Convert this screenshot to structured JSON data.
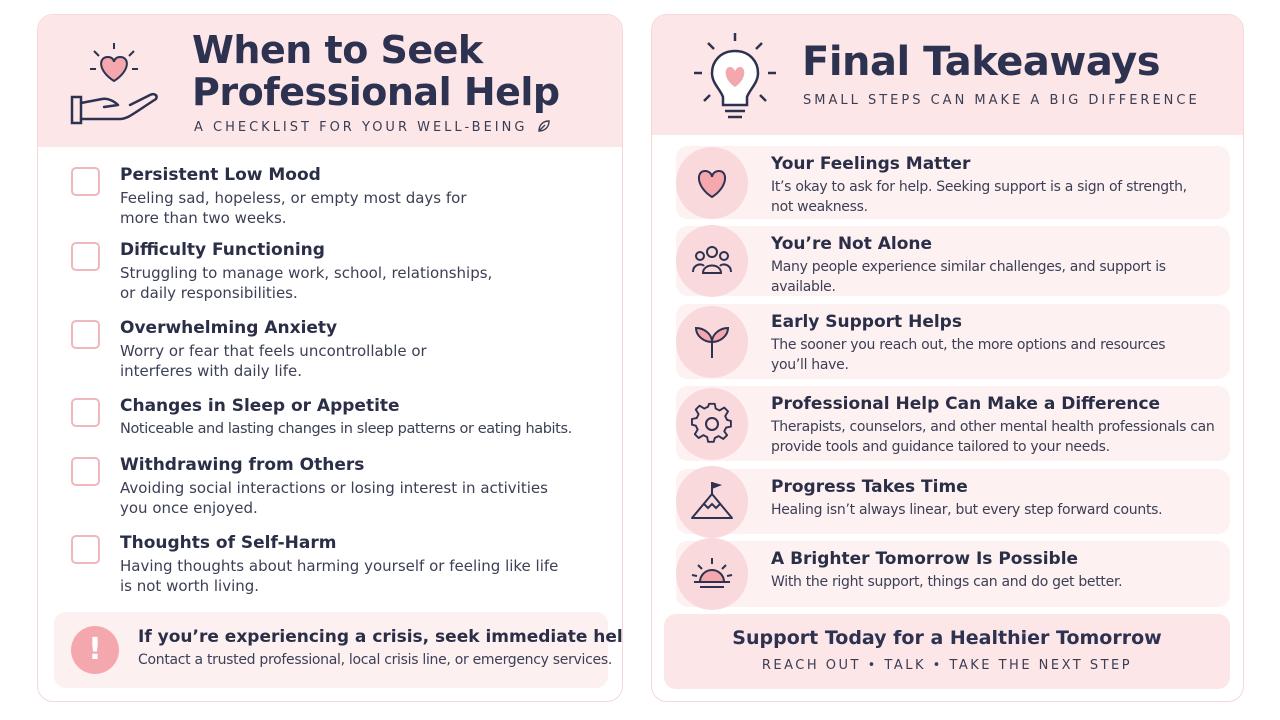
{
  "left": {
    "title_line1": "When to Seek",
    "title_line2": "Professional Help",
    "subtitle": "A CHECKLIST FOR YOUR WELL-BEING",
    "header_icon": "hand-heart-icon",
    "items": [
      {
        "title": "Persistent Low Mood",
        "desc": "Feeling sad, hopeless, or empty most days for more than two weeks."
      },
      {
        "title": "Difficulty Functioning",
        "desc": "Struggling to manage work, school, relationships, or daily responsibilities."
      },
      {
        "title": "Overwhelming Anxiety",
        "desc": "Worry or fear that feels uncontrollable or interferes with daily life."
      },
      {
        "title": "Changes in Sleep or Appetite",
        "desc": "Noticeable and lasting changes in sleep patterns or eating habits."
      },
      {
        "title": "Withdrawing from Others",
        "desc": "Avoiding social interactions or losing interest in activities you once enjoyed."
      },
      {
        "title": "Thoughts of Self-Harm",
        "desc": "Having thoughts about harming yourself or feeling like life is not worth living."
      }
    ],
    "crisis": {
      "icon": "!",
      "title": "If you’re experiencing a crisis, seek immediate help.",
      "desc": "Contact a trusted professional, local crisis line, or emergency services."
    }
  },
  "right": {
    "title": "Final Takeaways",
    "subtitle": "SMALL STEPS CAN MAKE A BIG DIFFERENCE",
    "header_icon": "lightbulb-heart-icon",
    "items": [
      {
        "icon": "heart-icon",
        "title": "Your Feelings Matter",
        "desc": "It’s okay to ask for help. Seeking support is a sign of strength, not weakness."
      },
      {
        "icon": "people-icon",
        "title": "You’re Not Alone",
        "desc": "Many people experience similar challenges, and support is available."
      },
      {
        "icon": "sprout-icon",
        "title": "Early Support Helps",
        "desc": "The sooner you reach out, the more options and resources you’ll have."
      },
      {
        "icon": "gear-icon",
        "title": "Professional Help Can Make a Difference",
        "desc": "Therapists, counselors, and other mental health professionals can provide tools and guidance tailored to your needs."
      },
      {
        "icon": "mountain-flag-icon",
        "title": "Progress Takes Time",
        "desc": "Healing isn’t always linear, but every step forward counts."
      },
      {
        "icon": "sunrise-icon",
        "title": "A Brighter Tomorrow Is Possible",
        "desc": "With the right support, things can and do get better."
      }
    ],
    "support": {
      "title": "Support Today for a Healthier Tomorrow",
      "sub": "REACH OUT  •  TALK  •  TAKE THE NEXT STEP"
    }
  },
  "colors": {
    "header_pink": "#fce6e8",
    "accent_pink": "#f5a7ae",
    "card_pink": "#fdf1f2",
    "title_navy": "#2d3250"
  }
}
